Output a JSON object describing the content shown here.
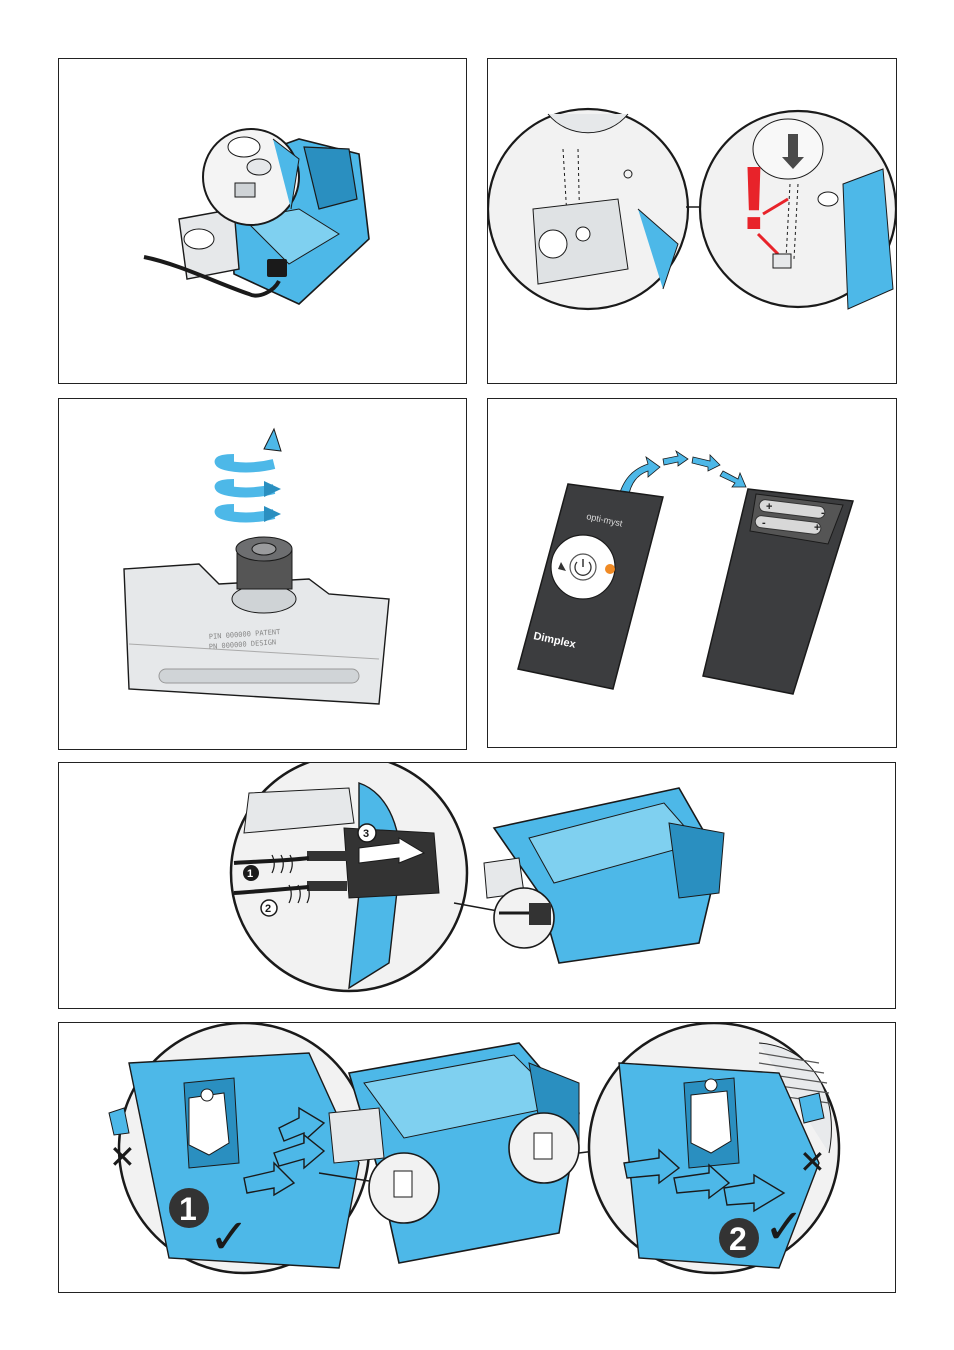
{
  "colors": {
    "accent_blue": "#4db8e8",
    "blue_dark": "#2a8fc0",
    "warning_red": "#e8232a",
    "remote_dark": "#3c3d3f",
    "tank_grey": "#e6e8ea",
    "line": "#1a1a1a"
  },
  "remote": {
    "brand": "Dimplex",
    "model": "opti-myst",
    "battery_plus_top": "+",
    "battery_minus_top": "-",
    "battery_plus_bottom": "+",
    "battery_minus_bottom": "-"
  },
  "tank": {
    "plate_line1": "PIN 000000 PATENT",
    "plate_line2": "PN 000000 DESIGN"
  },
  "steps": {
    "step1": "1",
    "step2": "2",
    "step3": "3",
    "step6_1": "1",
    "step6_2": "2"
  },
  "symbols": {
    "warning": "!",
    "wrong": "✕",
    "right": "✓"
  }
}
